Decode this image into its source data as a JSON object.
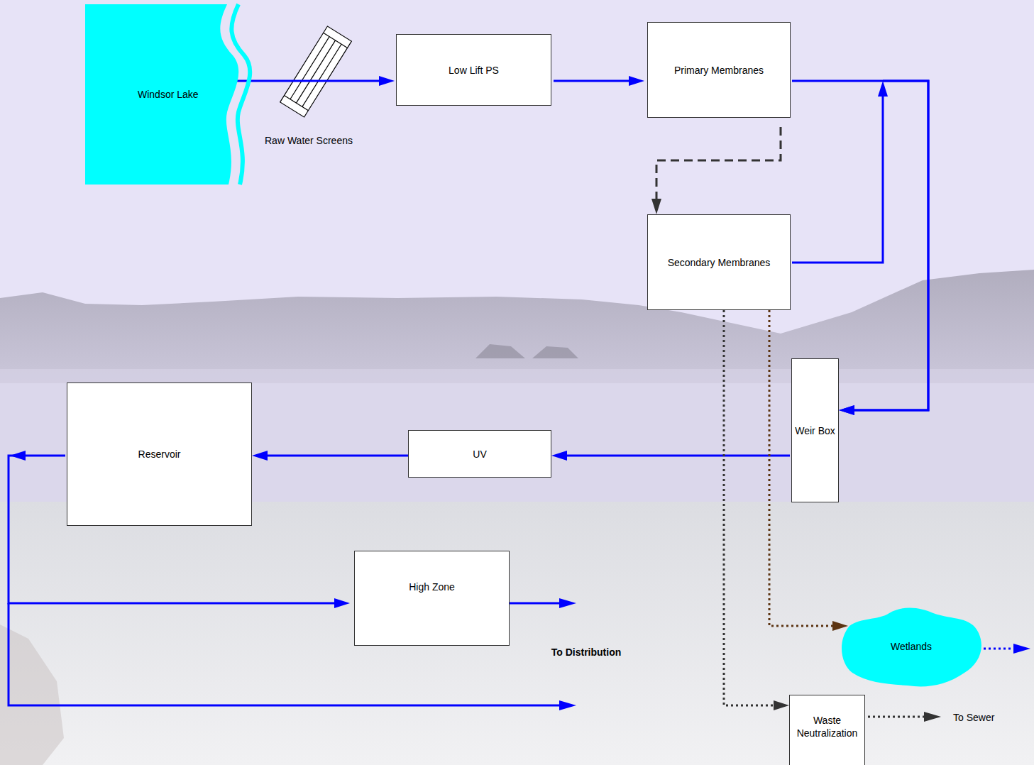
{
  "diagram": {
    "nodes": [
      {
        "text": [
          "Windsor Lake"
        ]
      },
      {
        "text": [
          "Low Lift PS"
        ]
      },
      {
        "text": [
          "Primary Membranes"
        ]
      },
      {
        "text": [
          "Secondary Membranes"
        ]
      },
      {
        "text": [
          "Weir Box"
        ]
      },
      {
        "text": [
          "Reservoir"
        ]
      },
      {
        "text": [
          "UV"
        ]
      },
      {
        "text": [
          "High Zone"
        ]
      },
      {
        "text": [
          "Wetlands"
        ]
      },
      {
        "text": [
          "Waste Neutralization"
        ]
      }
    ],
    "edges": [
      {
        "from": 0,
        "to": 1,
        "arrow": "to"
      },
      {
        "from": 1,
        "to": 2,
        "arrow": "to"
      },
      {
        "from": 2,
        "to": 3,
        "arrow": "to"
      },
      {
        "from": 2,
        "to": 4,
        "arrow": "to"
      },
      {
        "from": 3,
        "to": 4,
        "arrow": "to"
      },
      {
        "from": 4,
        "to": 6,
        "arrow": "to"
      },
      {
        "from": 6,
        "to": 5,
        "arrow": "to"
      },
      {
        "from": 5,
        "to": 7,
        "arrow": "to"
      },
      {
        "from": 3,
        "to": 8,
        "arrow": "to"
      },
      {
        "from": 3,
        "to": 9,
        "arrow": "to"
      }
    ],
    "labels": [
      "Raw Water Screens",
      "To Distribution",
      "To Sewer"
    ]
  }
}
